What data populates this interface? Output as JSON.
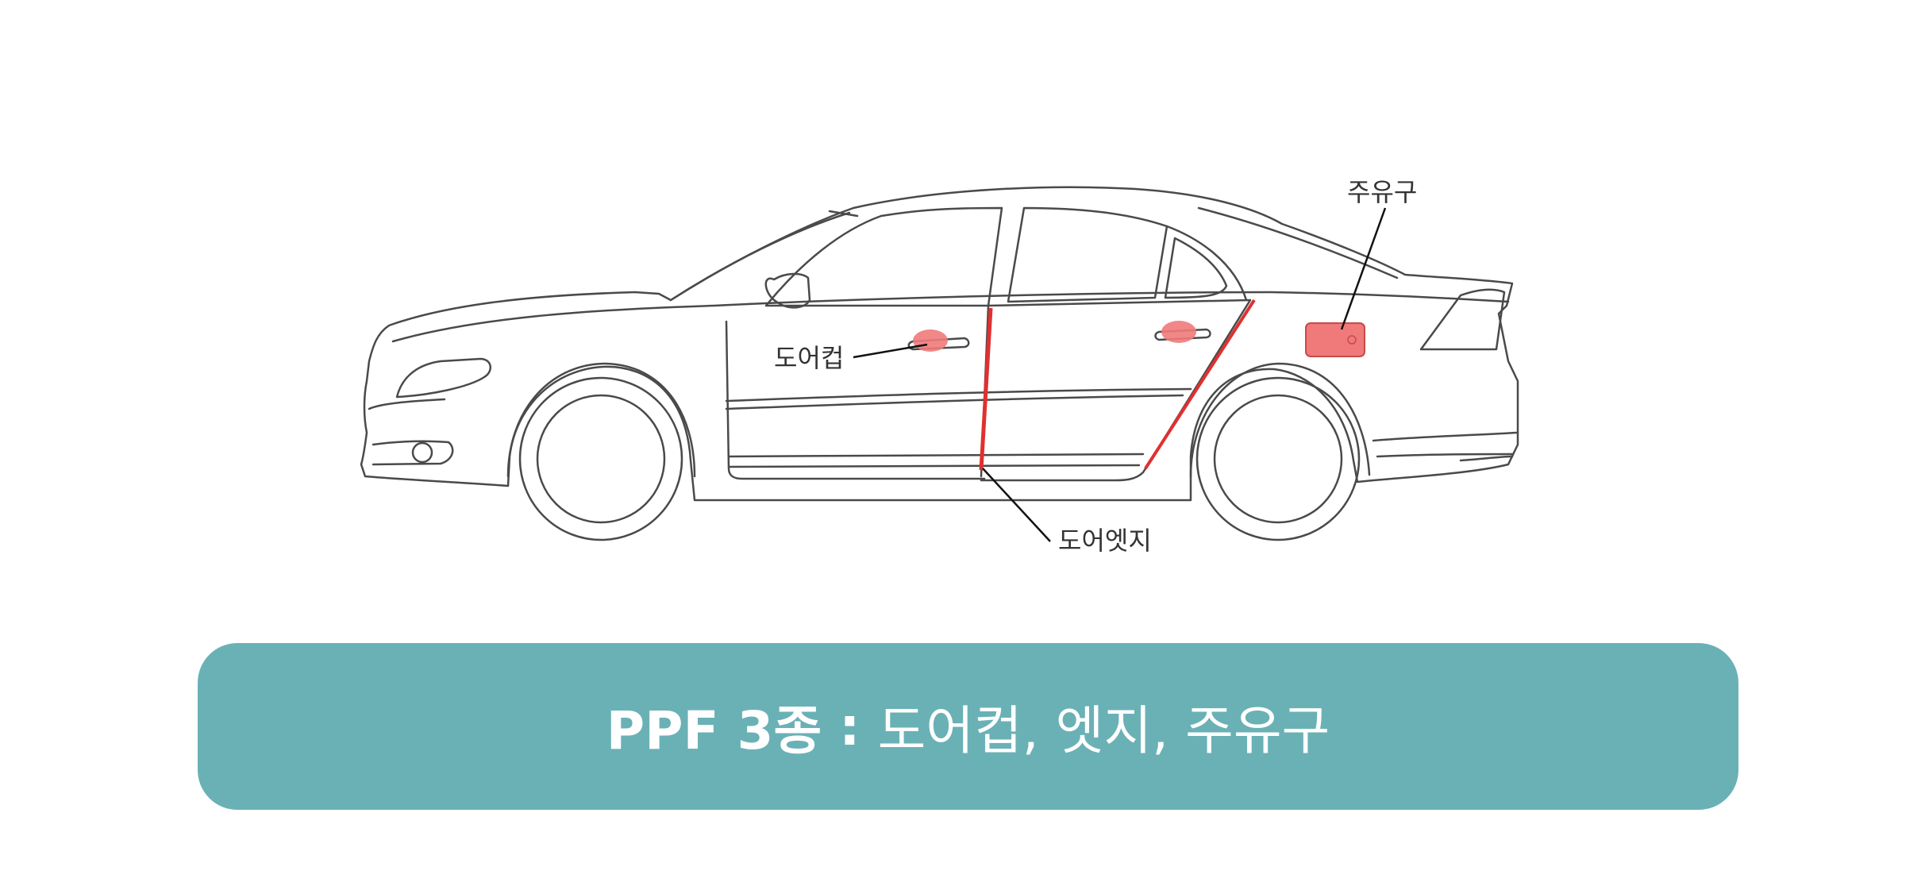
{
  "diagram": {
    "labels": {
      "door_cup": "도어컵",
      "fuel_cap": "주유구",
      "door_edge": "도어엣지"
    },
    "colors": {
      "outline": "#4a4a4a",
      "highlight": "#f07a7a",
      "edge_line": "#e03030",
      "banner": "#6ab1b6"
    }
  },
  "banner": {
    "title_bold": "PPF 3종",
    "separator": ":",
    "items_text": "도어컵, 엣지, 주유구"
  }
}
